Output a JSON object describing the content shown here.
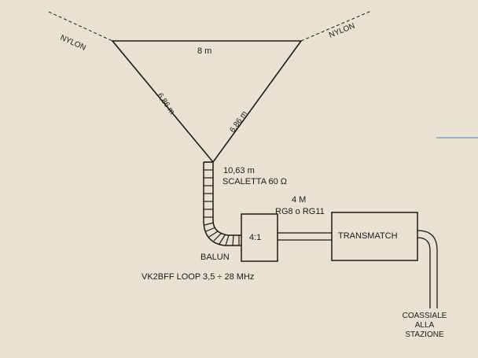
{
  "labels": {
    "nylon_left": "NYLON",
    "nylon_right": "NYLON",
    "top_side": "8 m",
    "left_side": "6,86 m",
    "right_side": "6,86 m",
    "ladder_length": "10,63 m",
    "ladder_type": "SCALETTA 60 Ω",
    "coax_length": "4 M",
    "coax_type": "RG8 o RG11",
    "balun_ratio": "4:1",
    "balun": "BALUN",
    "transmatch": "TRANSMATCH",
    "title": "VK2BFF LOOP 3,5 ÷ 28 MHz",
    "station_line1": "COASSIALE",
    "station_line2": "ALLA",
    "station_line3": "STAZIONE"
  }
}
